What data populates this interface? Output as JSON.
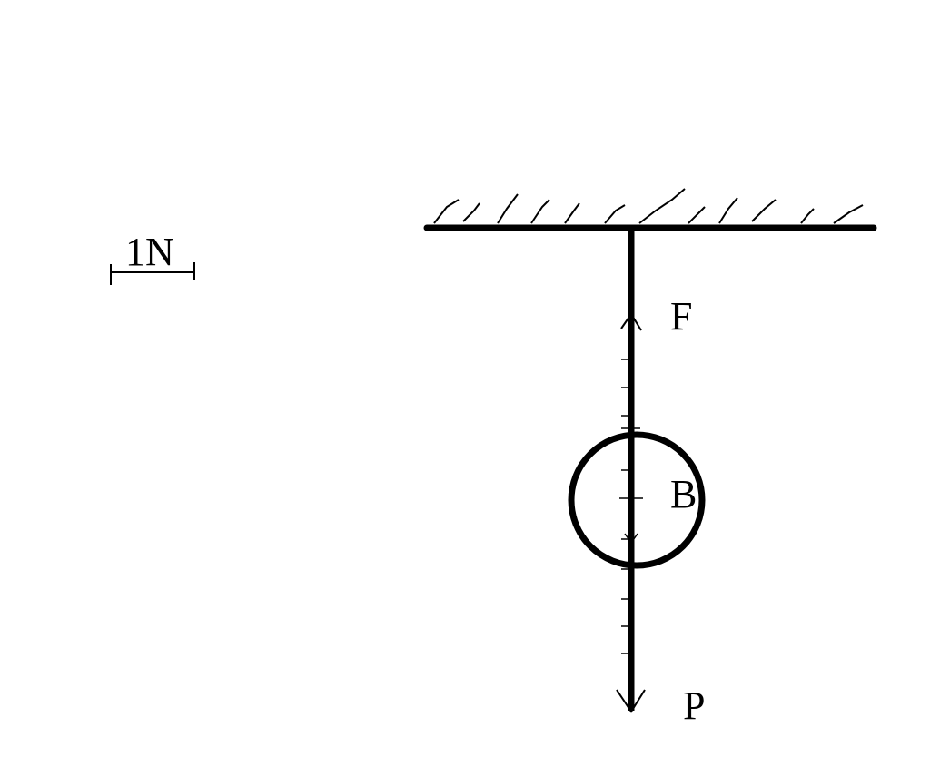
{
  "diagram": {
    "scale_label": "1N",
    "labels": {
      "tension_force": "F",
      "body": "B",
      "weight_force": "P"
    },
    "scale_newtons": 1
  },
  "colors": {
    "ink": "#000000",
    "background": "#ffffff"
  }
}
